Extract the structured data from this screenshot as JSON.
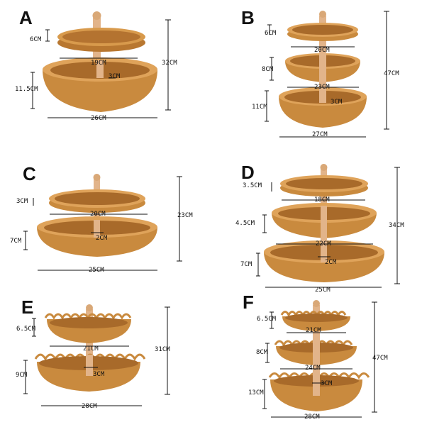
{
  "panels": [
    {
      "id": "A",
      "letter": "A",
      "height": "32CM",
      "tiers": [
        "6CM",
        "11.5CM"
      ],
      "widths": [
        "19CM",
        "26CM"
      ],
      "pole": "3CM"
    },
    {
      "id": "B",
      "letter": "B",
      "height": "47CM",
      "tiers": [
        "6CM",
        "8CM",
        "11CM"
      ],
      "widths": [
        "20CM",
        "23CM",
        "27CM"
      ],
      "pole": "3CM"
    },
    {
      "id": "C",
      "letter": "C",
      "height": "23CM",
      "tiers": [
        "3CM",
        "7CM"
      ],
      "widths": [
        "20CM",
        "25CM"
      ],
      "pole": "2CM"
    },
    {
      "id": "D",
      "letter": "D",
      "height": "34CM",
      "tiers": [
        "3.5CM",
        "4.5CM",
        "7CM"
      ],
      "widths": [
        "18CM",
        "22CM",
        "25CM"
      ],
      "pole": "2CM"
    },
    {
      "id": "E",
      "letter": "E",
      "height": "31CM",
      "tiers": [
        "6.5CM",
        "9CM"
      ],
      "widths": [
        "21CM",
        "28CM"
      ],
      "pole": "3CM"
    },
    {
      "id": "F",
      "letter": "F",
      "height": "47CM",
      "tiers": [
        "6.5CM",
        "8CM",
        "13CM"
      ],
      "widths": [
        "21CM",
        "24CM",
        "28CM"
      ],
      "pole": "3CM"
    }
  ],
  "colors": {
    "rattan": "#c98a3e",
    "rattan_dark": "#9a5f22",
    "rattan_light": "#e0ad62",
    "wood": "#e2b48a",
    "line": "#111111"
  }
}
